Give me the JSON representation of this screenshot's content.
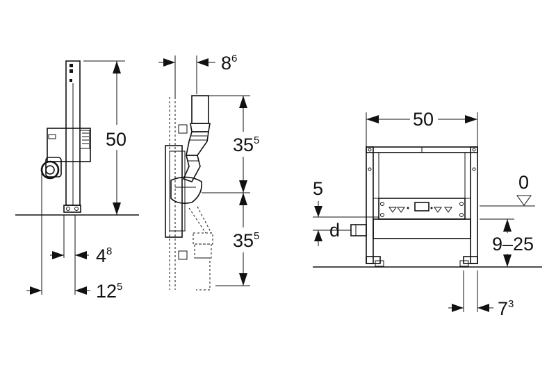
{
  "dimensions": {
    "side_height": {
      "main": "50",
      "sup": ""
    },
    "side_depth_small": {
      "main": "4",
      "sup": "8"
    },
    "side_depth_large": {
      "main": "12",
      "sup": "5"
    },
    "pipe_offset": {
      "main": "8",
      "sup": "6"
    },
    "upper_segment": {
      "main": "35",
      "sup": "5"
    },
    "lower_segment": {
      "main": "35",
      "sup": "5"
    },
    "front_width": {
      "main": "50",
      "sup": ""
    },
    "front_offset": {
      "main": "5",
      "sup": ""
    },
    "floor_level": {
      "main": "0",
      "sup": ""
    },
    "diameter": {
      "main": "d",
      "sup": ""
    },
    "height_range": {
      "main": "9–25",
      "sup": ""
    },
    "foot_offset": {
      "main": "7",
      "sup": "3"
    }
  },
  "colors": {
    "line": "#111111",
    "background": "#ffffff"
  }
}
